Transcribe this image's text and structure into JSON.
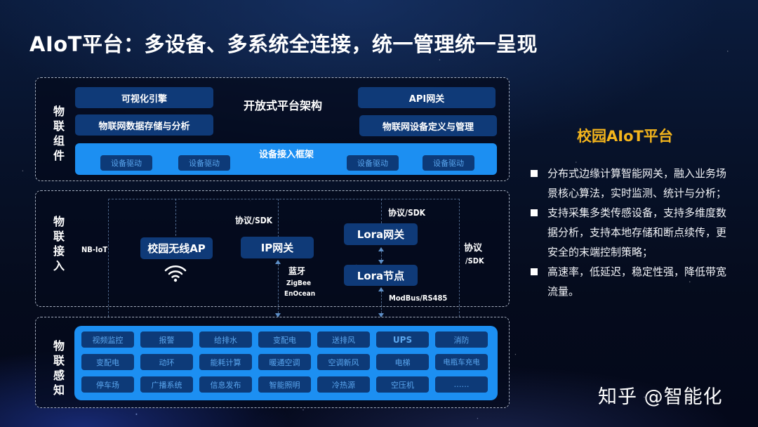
{
  "page": {
    "title": "AIoT平台：多设备、多系统全连接，统一管理统一呈现"
  },
  "components_layer": {
    "label": "物联组件",
    "center_title": "开放式平台架构",
    "left_boxes": [
      "可视化引擎",
      "物联网数据存储与分析"
    ],
    "right_boxes": [
      "API网关",
      "物联网设备定义与管理"
    ],
    "framework_title": "设备接入框架",
    "drivers": [
      "设备驱动",
      "设备驱动",
      "设备驱动",
      "设备驱动"
    ]
  },
  "access_layer": {
    "label": "物联接入",
    "nb_iot": "NB-IoT",
    "campus_ap": "校园无线AP",
    "wifi_icon": "wifi-icon",
    "ip_gateway": "IP网关",
    "ip_protocol": "协议/SDK",
    "ip_protocols_below": [
      "蓝牙",
      "ZigBee",
      "EnOcean"
    ],
    "lora_gateway": "Lora网关",
    "lora_node": "Lora节点",
    "lora_protocol": "协议/SDK",
    "lora_bus": "ModBus/RS485",
    "right_protocol": [
      "协议",
      "/SDK"
    ]
  },
  "perception_layer": {
    "label": "物联感知",
    "items": [
      "视频监控",
      "报警",
      "给排水",
      "变配电",
      "送排风",
      "UPS",
      "消防",
      "变配电",
      "动环",
      "能耗计算",
      "暖通空调",
      "空调新风",
      "电梯",
      "电瓶车充电",
      "停车场",
      "广播系统",
      "信息发布",
      "智能照明",
      "冷热源",
      "空压机",
      "……"
    ]
  },
  "side_panel": {
    "title": "校园AIoT平台",
    "bullets": [
      "分布式边缘计算智能网关，融入业务场景核心算法，实时监测、统计与分析；",
      "支持采集多类传感设备，支持多维度数据分析，支持本地存储和断点续传，更安全的末端控制策略；",
      "高速率，低延迟，稳定性强，降低带宽流量。"
    ]
  },
  "watermark": "知乎 @智能化",
  "colors": {
    "background": "#07122a",
    "dark_box": "#0f3a78",
    "bright_bar": "#1c8ff2",
    "muted_text": "#5aa6ee",
    "accent_title": "#f3b41c"
  }
}
